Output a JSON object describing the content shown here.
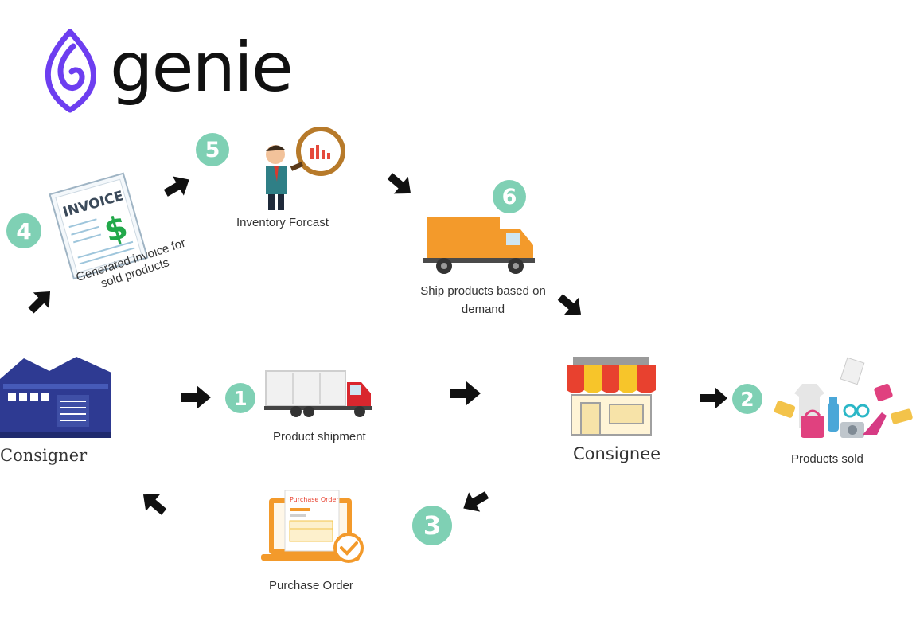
{
  "brand": {
    "name": "genie"
  },
  "steps": {
    "s1": {
      "number": "1",
      "label": "Product shipment"
    },
    "s2": {
      "number": "2",
      "label": "Products sold"
    },
    "s3": {
      "number": "3",
      "label": "Purchase Order"
    },
    "s4": {
      "number": "4",
      "label_line1": "Generated invoice for",
      "label_line2": "sold products"
    },
    "s5": {
      "number": "5",
      "label": "Inventory Forcast"
    },
    "s6": {
      "number": "6",
      "label_line1": "Ship products based on",
      "label_line2": "demand"
    }
  },
  "nodes": {
    "consigner": "Consigner",
    "consignee": "Consignee"
  },
  "graphics": {
    "invoice_title": "INVOICE",
    "invoice_symbol": "$",
    "purchase_order_title": "Purchase Order"
  },
  "colors": {
    "brand_purple": "#6d3ef0",
    "badge_green": "#7fd0b4",
    "warehouse_blue": "#2e3a92",
    "truck_orange": "#f39a2b",
    "truck_red": "#d9272e",
    "awning_red": "#e8412f",
    "awning_yellow": "#f7c52a",
    "arrow_black": "#111111"
  }
}
